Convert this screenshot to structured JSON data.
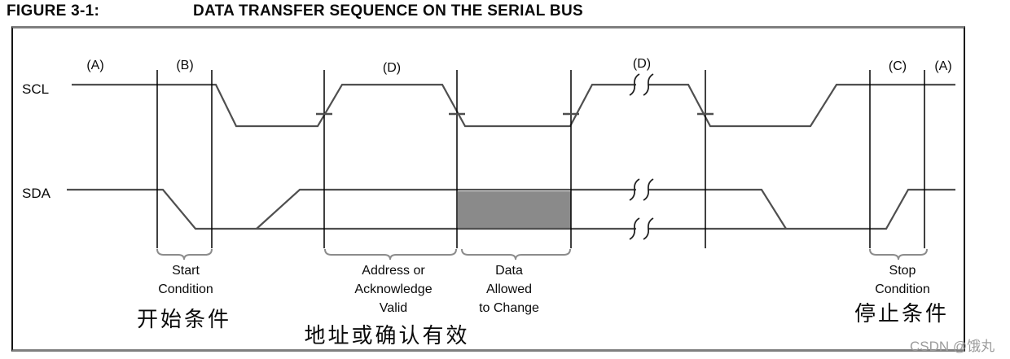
{
  "figure": {
    "label": "FIGURE 3-1:",
    "title": "DATA TRANSFER SEQUENCE ON THE SERIAL BUS"
  },
  "signals": {
    "scl": "SCL",
    "sda": "SDA"
  },
  "markers": {
    "a_left": "(A)",
    "b": "(B)",
    "d_mid": "(D)",
    "d_right": "(D)",
    "c": "(C)",
    "a_right": "(A)"
  },
  "annotations": {
    "start": {
      "line1": "Start",
      "line2": "Condition",
      "zh": "开始条件"
    },
    "address_valid": {
      "line1": "Address or",
      "line2": "Acknowledge",
      "line3": "Valid",
      "zh": "地址或确认有效"
    },
    "data_change": {
      "line1": "Data",
      "line2": "Allowed",
      "line3": "to Change"
    },
    "stop": {
      "line1": "Stop",
      "line2": "Condition",
      "zh": "停止条件"
    }
  },
  "watermark": "CSDN @饿丸",
  "colors": {
    "waveform": "#4f4f4f",
    "divider": "#000000",
    "shade_region": "#8a8a8a",
    "brace": "#8c8c8c",
    "frame_horizontal": "#7f7f7f",
    "watermark_text": "#9c9c9c"
  }
}
